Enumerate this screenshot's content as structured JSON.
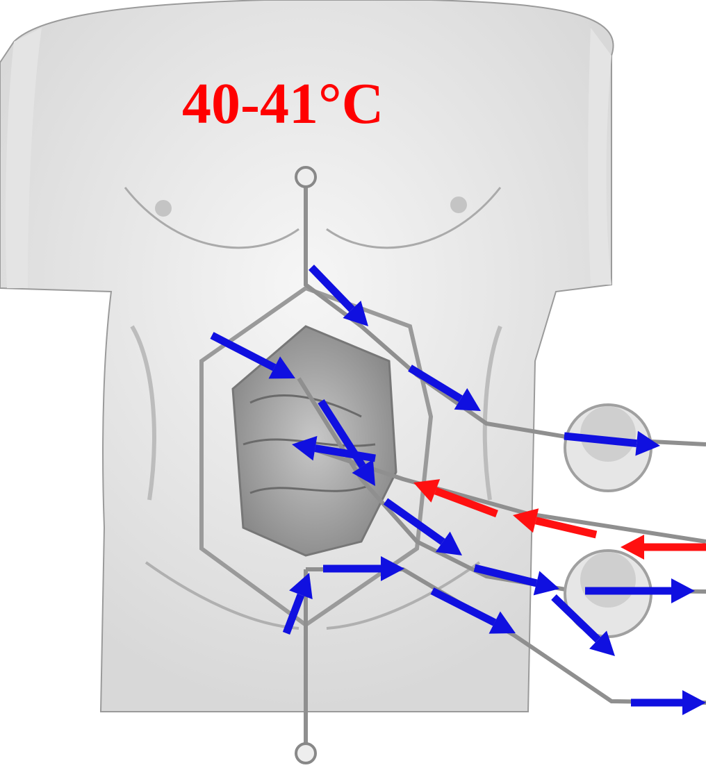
{
  "temperature_label": "40-41°C",
  "colors": {
    "outflow_arrow": "#1010e0",
    "inflow_arrow": "#ff1010",
    "label": "#ff0000",
    "skin_shading": "#dcdcdc",
    "outline": "#9a9a9a"
  },
  "arrows": [
    {
      "name": "arrow-outflow-upper-1",
      "direction": "outflow"
    },
    {
      "name": "arrow-outflow-upper-2",
      "direction": "outflow"
    },
    {
      "name": "arrow-outflow-upper-3",
      "direction": "outflow"
    },
    {
      "name": "arrow-outflow-mid-1",
      "direction": "outflow"
    },
    {
      "name": "arrow-outflow-mid-2",
      "direction": "outflow"
    },
    {
      "name": "arrow-outflow-mid-3",
      "direction": "outflow"
    },
    {
      "name": "arrow-outflow-mid-4",
      "direction": "outflow"
    },
    {
      "name": "arrow-outflow-mid-5",
      "direction": "outflow"
    },
    {
      "name": "arrow-outflow-mid-6",
      "direction": "outflow"
    },
    {
      "name": "arrow-outflow-lower-1",
      "direction": "outflow"
    },
    {
      "name": "arrow-outflow-lower-2",
      "direction": "outflow"
    },
    {
      "name": "arrow-outflow-lower-3",
      "direction": "outflow"
    },
    {
      "name": "arrow-outflow-lower-4",
      "direction": "outflow"
    },
    {
      "name": "arrow-outflow-lower-5",
      "direction": "outflow"
    },
    {
      "name": "arrow-inflow-1",
      "direction": "inflow"
    },
    {
      "name": "arrow-inflow-2",
      "direction": "inflow"
    },
    {
      "name": "arrow-inflow-3",
      "direction": "inflow"
    },
    {
      "name": "arrow-inflow-4",
      "direction": "inflow"
    }
  ]
}
